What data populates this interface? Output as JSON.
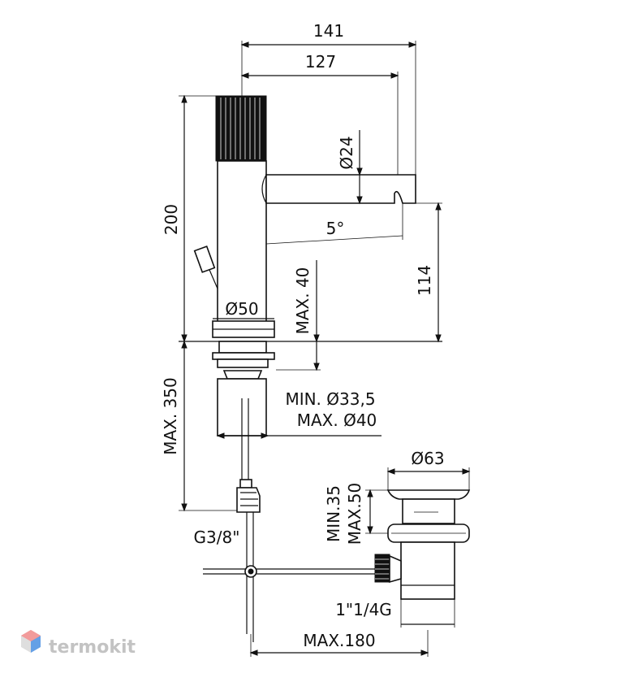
{
  "dimensions": {
    "d141": "141",
    "d127": "127",
    "d200": "200",
    "d24": "Ø24",
    "d5deg": "5°",
    "d114": "114",
    "d50": "Ø50",
    "max40": "MAX. 40",
    "max350": "MAX. 350",
    "min33": "MIN. Ø33,5",
    "max40d": "MAX. Ø40",
    "d63": "Ø63",
    "min35": "MIN.35",
    "max50": "MAX.50",
    "g38": "G3/8\"",
    "g114": "1\"1/4G",
    "max180": "MAX.180"
  },
  "watermark": {
    "text": "termokit",
    "icon": "hexagon-cube-icon",
    "icon_colors": [
      "#e05a5a",
      "#4a90e2",
      "#d9d9d9"
    ]
  }
}
